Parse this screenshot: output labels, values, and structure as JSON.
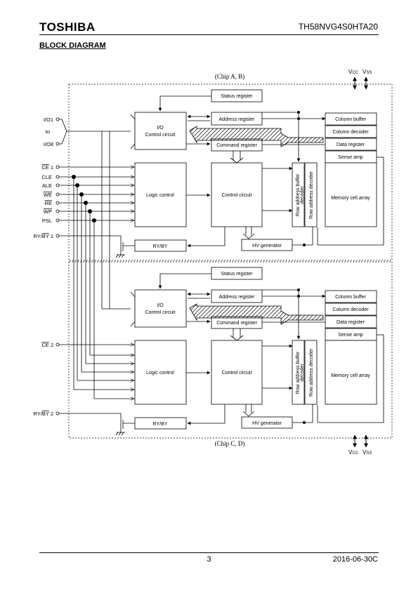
{
  "header": {
    "brand": "TOSHIBA",
    "part_number": "TH58NVG4S0HTA20"
  },
  "section_title": "BLOCK DIAGRAM",
  "footer": {
    "page": "3",
    "date": "2016-06-30C"
  },
  "diagram": {
    "chip_top_label": "(Chip A, B)",
    "chip_bottom_label": "(Chip C, D)",
    "vcc": "V",
    "vcc_sub": "CC",
    "vss": "V",
    "vss_sub": "SS",
    "pins": {
      "io1": "I/O1",
      "to": "to",
      "io8": "I/O8",
      "ce1_over": "CE",
      "ce1_tail": " 1",
      "cle": "CLE",
      "ale": "ALE",
      "we": "WE",
      "re": "RE",
      "wp": "WP",
      "psl": "PSL",
      "rybys1_a": "RY/",
      "rybys1_b": "BY",
      "rybys1_c": " 1",
      "ce2_over": "CE",
      "ce2_tail": " 2",
      "rybys2_a": "RY/",
      "rybys2_b": "BY",
      "rybys2_c": " 2"
    },
    "blocks": {
      "status_register": "Status register",
      "address_register": "Address register",
      "command_register": "Command register",
      "io_line1": "I/O",
      "io_line2": "Control circuit",
      "logic_control": "Logic control",
      "control_circuit": "Control circuit",
      "hv_generator": "HV generator",
      "ryby_a": "RY/",
      "ryby_b": "BY",
      "column_buffer": "Column buffer",
      "column_decoder": "Column decoder",
      "data_register": "Data register",
      "sense_amp": "Sense amp",
      "row_address_buffer": "Row address buffer",
      "row_address_buffer_2": "decoder",
      "row_address_decoder": "Row address decoder",
      "memory_cell_array": "Memory cell array"
    }
  }
}
